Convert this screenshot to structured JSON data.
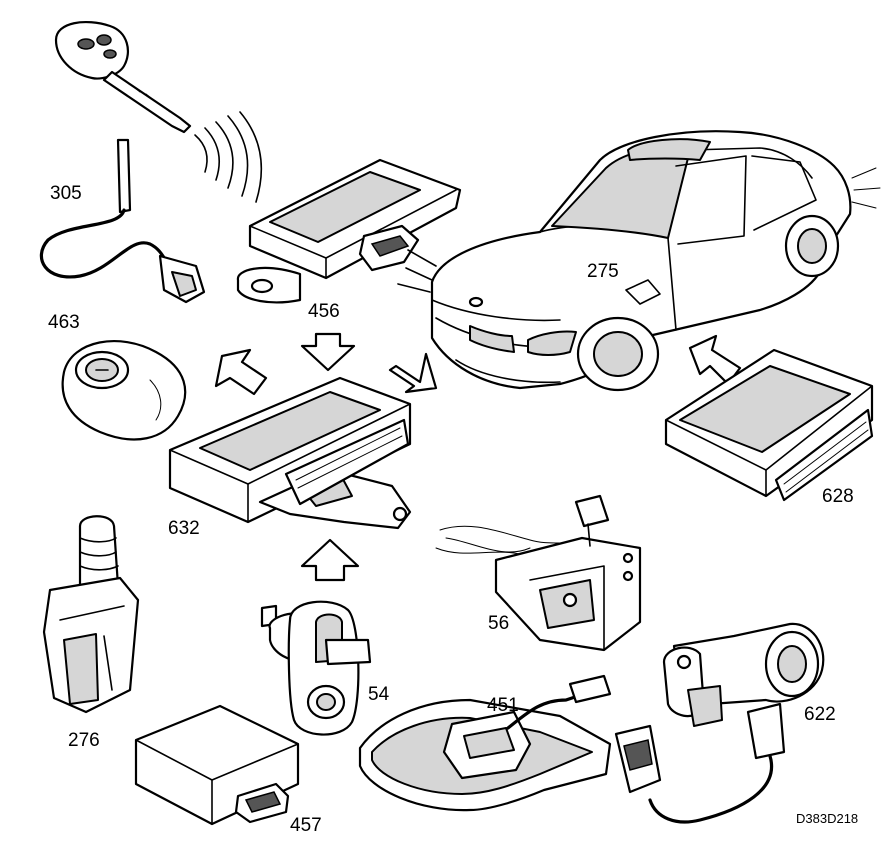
{
  "diagram": {
    "labels": {
      "l305": "305",
      "l463": "463",
      "l456": "456",
      "l275": "275",
      "l632": "632",
      "l628": "628",
      "l56": "56",
      "l276": "276",
      "l54": "54",
      "l451": "451",
      "l622": "622",
      "l457": "457"
    },
    "reference": "D383D218"
  }
}
